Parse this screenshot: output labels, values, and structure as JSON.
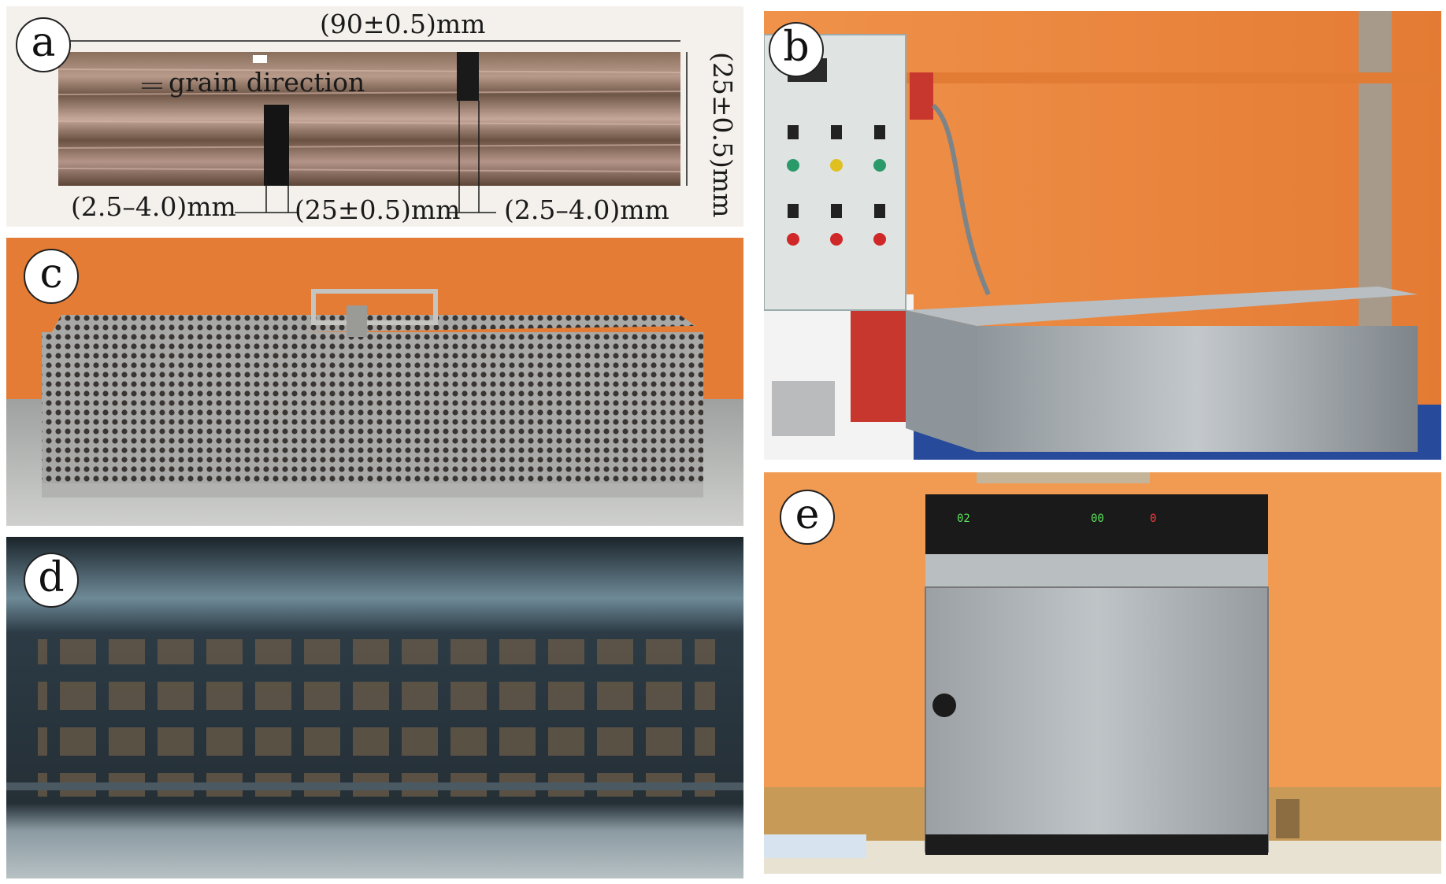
{
  "panels": {
    "a": {
      "label": "a"
    },
    "b": {
      "label": "b"
    },
    "c": {
      "label": "c"
    },
    "d": {
      "label": "d"
    },
    "e": {
      "label": "e"
    }
  },
  "specimen_annotations": {
    "length": "(90±0.5)mm",
    "height": "(25±0.5)mm",
    "grain": "grain direction",
    "notch_left": "(2.5–4.0)mm",
    "notch_gap": "(25±0.5)mm",
    "notch_right": "(2.5–4.0)mm"
  }
}
